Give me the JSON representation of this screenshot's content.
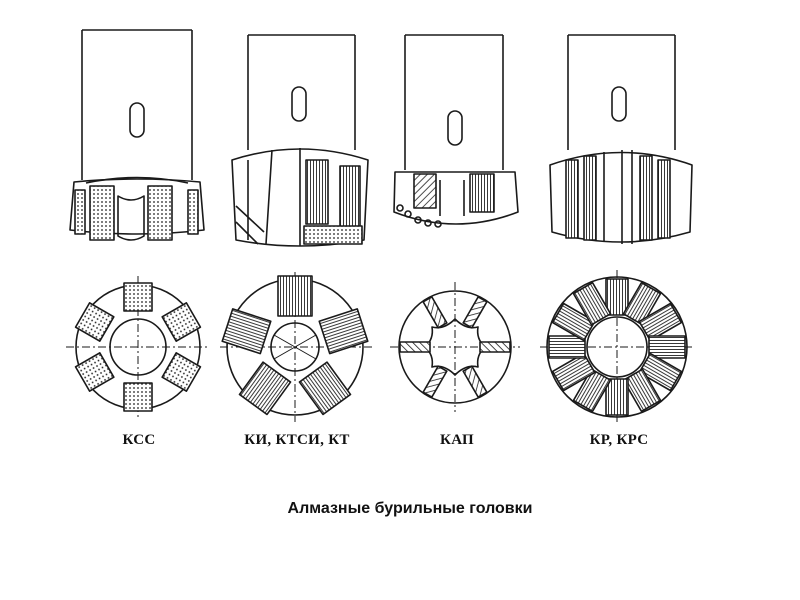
{
  "caption": "Алмазные бурильные головки",
  "bits": [
    {
      "label": "КСС"
    },
    {
      "label": "КИ, КТСИ, КТ"
    },
    {
      "label": "КАП"
    },
    {
      "label": "КР, КРС"
    }
  ],
  "colors": {
    "line": "#1a1a1a",
    "background": "#ffffff"
  }
}
